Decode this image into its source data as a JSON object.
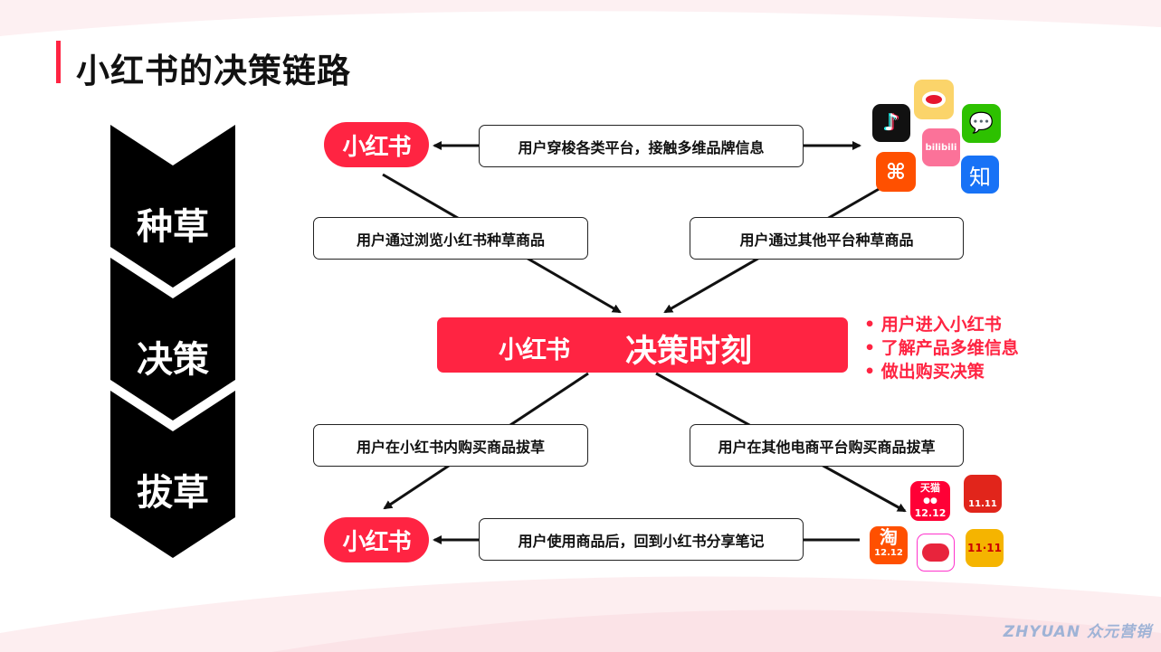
{
  "title": "小红书的决策链路",
  "stages": [
    "种草",
    "决策",
    "拔草"
  ],
  "brand_logo": "小红书",
  "top_box": "用户穿梭各类平台，接触多维品牌信息",
  "seed_left": "用户通过浏览小红书种草商品",
  "seed_right": "用户通过其他平台种草商品",
  "decision": {
    "logo": "小红书",
    "label": "决策时刻"
  },
  "bullets": [
    "用户进入小红书",
    "了解产品多维信息",
    "做出购买决策"
  ],
  "buy_left": "用户在小红书内购买商品拔草",
  "buy_right": "用户在其他电商平台购买商品拔草",
  "bottom_box": "用户使用商品后，回到小红书分享笔记",
  "content_platform_icons": [
    "douyin-icon",
    "weibo-icon",
    "wechat-icon",
    "bilibili-icon",
    "kuaishou-icon",
    "zhihu-icon"
  ],
  "ecommerce_icons": [
    "tmall-icon",
    "jd-icon",
    "taobao-icon",
    "kaola-icon",
    "vipshop-icon"
  ],
  "icon_text": {
    "zhihu": "知",
    "bilibili": "bilibili",
    "tmall": "天猫",
    "tmall_date": "12.12",
    "taobao": "淘",
    "taobao_date": "12.12",
    "jd": "11.11"
  },
  "watermark": "ZHYUAN 众元营销",
  "colors": {
    "accent": "#ff2442",
    "text": "#111111"
  }
}
